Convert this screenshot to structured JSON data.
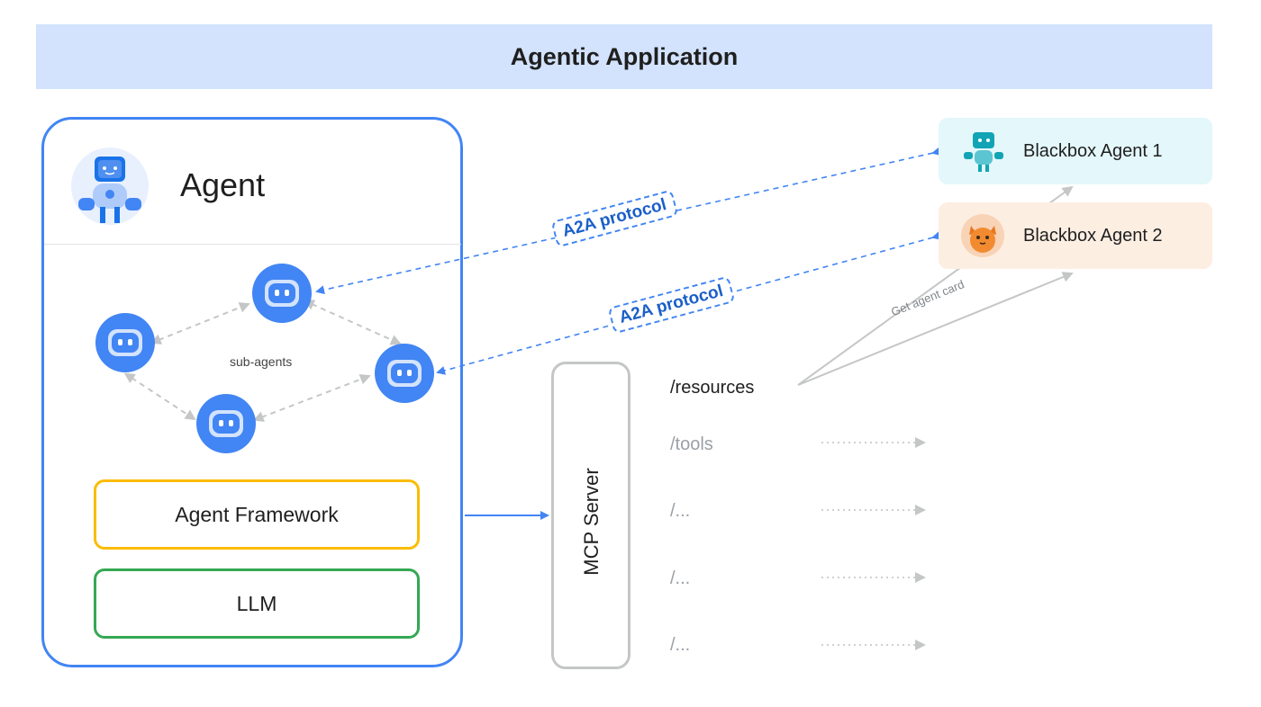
{
  "banner": {
    "title": "Agentic Application"
  },
  "agent": {
    "title": "Agent",
    "subagents_label": "sub-agents",
    "framework_label": "Agent Framework",
    "llm_label": "LLM"
  },
  "mcp": {
    "label": "MCP Server",
    "routes": [
      "/resources",
      "/tools",
      "/...",
      "/...",
      "/..."
    ]
  },
  "a2a": {
    "label_1": "A2A protocol",
    "label_2": "A2A protocol"
  },
  "get_agent_card": "Get agent card",
  "blackbox_agents": [
    {
      "label": "Blackbox Agent 1",
      "icon": "teal-robot-icon"
    },
    {
      "label": "Blackbox Agent 2",
      "icon": "orange-cat-icon"
    }
  ],
  "colors": {
    "banner_bg": "#d3e3fd",
    "agent_border": "#4285f4",
    "framework_border": "#fbbc04",
    "llm_border": "#34a853",
    "a2a_text": "#1a5fc9",
    "bb1_bg": "#e4f7fb",
    "bb2_bg": "#fdeee2"
  }
}
